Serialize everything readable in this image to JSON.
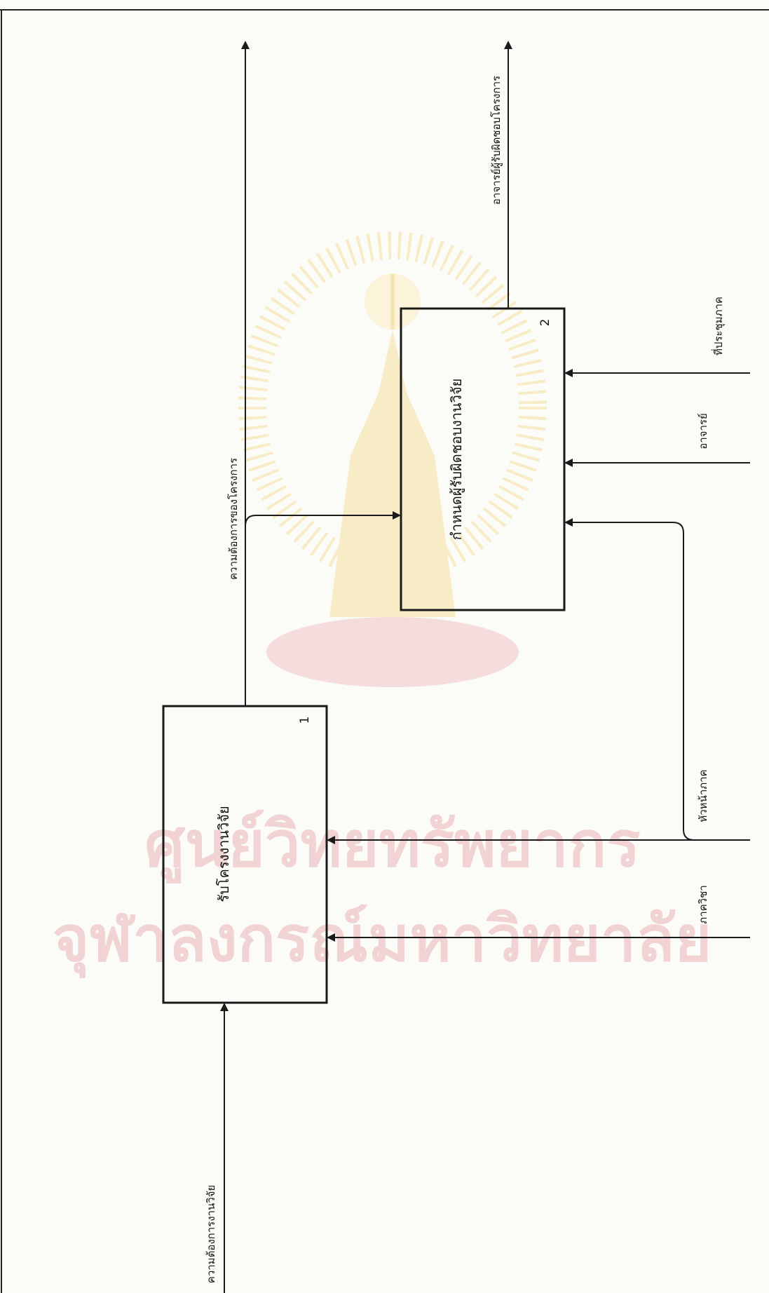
{
  "processes": [
    {
      "id": "box-1",
      "number": "1",
      "label": "รับโครงงานวิจัย"
    },
    {
      "id": "box-2",
      "number": "2",
      "label": "กำหนดผู้รับผิดชอบงานวิจัย"
    }
  ],
  "flows": {
    "input_research_need": "ความต้องการงานวิจัย",
    "project_need": "ความต้องการของโครงการ",
    "output_advisor": "อาจารย์ผู้รับผิดชอบโครงการ",
    "control_department": "ภาควิชา",
    "control_head": "หัวหน้าภาค",
    "control_teacher": "อาจารย์",
    "control_meeting": "ที่ประชุมภาค"
  },
  "watermark": {
    "line1": "ศูนย์วิทยทรัพยากร",
    "line2": "จุฬาลงกรณ์มหาวิทยาลัย",
    "color": "#f2d3d3",
    "emblem_color": "#f7e3a6"
  }
}
